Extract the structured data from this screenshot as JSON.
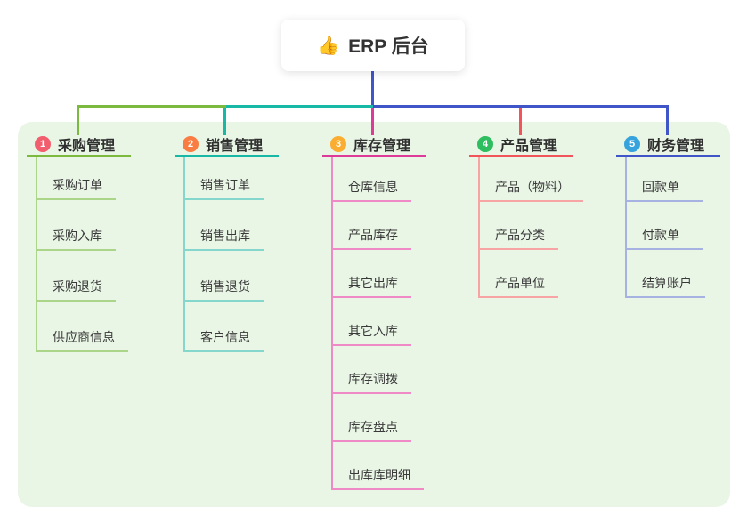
{
  "root": {
    "icon": "👍",
    "label": "ERP 后台"
  },
  "branches": [
    {
      "num": "1",
      "label": "采购管理",
      "badge_color": "#f25e6d",
      "line_color": "#7cb93f",
      "child_line_color": "#abd689",
      "children": [
        "采购订单",
        "采购入库",
        "采购退货",
        "供应商信息"
      ]
    },
    {
      "num": "2",
      "label": "销售管理",
      "badge_color": "#f97c42",
      "line_color": "#17b8a6",
      "child_line_color": "#85d6cc",
      "children": [
        "销售订单",
        "销售出库",
        "销售退货",
        "客户信息"
      ]
    },
    {
      "num": "3",
      "label": "库存管理",
      "badge_color": "#fbad31",
      "line_color": "#dd3a9a",
      "child_line_color": "#ef8ac6",
      "children": [
        "仓库信息",
        "产品库存",
        "其它出库",
        "其它入库",
        "库存调拨",
        "库存盘点",
        "出库库明细"
      ]
    },
    {
      "num": "4",
      "label": "产品管理",
      "badge_color": "#2ebd5f",
      "line_color": "#f2545b",
      "child_line_color": "#f8a3a4",
      "children": [
        "产品（物料）",
        "产品分类",
        "产品单位"
      ]
    },
    {
      "num": "5",
      "label": "财务管理",
      "badge_color": "#36a3dc",
      "line_color": "#4055c8",
      "child_line_color": "#a6b2e2",
      "children": [
        "回款单",
        "付款单",
        "结算账户"
      ]
    }
  ],
  "colors": {
    "root_connector": "#4055c8",
    "panel_bg": "#e9f6e6",
    "canvas_bg": "#ffffff",
    "text": "#333333"
  }
}
